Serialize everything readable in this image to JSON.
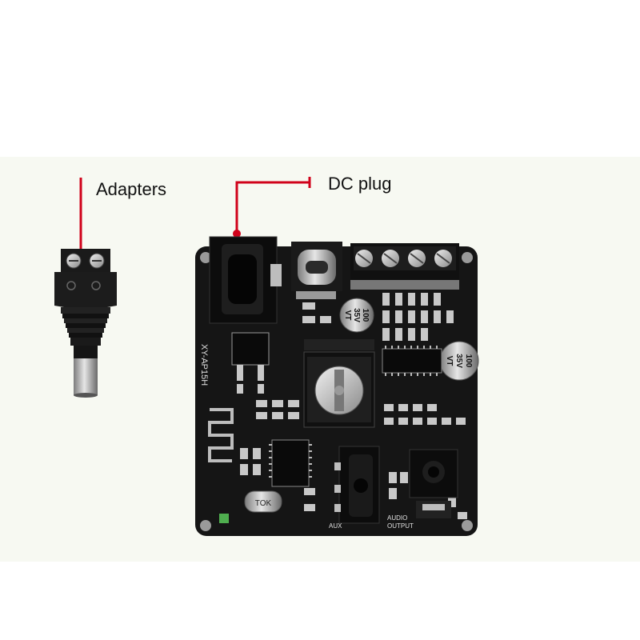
{
  "labels": {
    "adapters": "Adapters",
    "dc_plug": "DC plug"
  },
  "board_text": {
    "model": "XY-AP15H",
    "aux": "AUX",
    "audio_output_line1": "AUDIO",
    "audio_output_line2": "OUTPUT",
    "cap1_line1": "100",
    "cap1_line2": "35V",
    "cap1_line3": "VT",
    "cap2_line1": "100",
    "cap2_line2": "35V",
    "cap2_line3": "VT",
    "crystal": "TOK"
  },
  "colors": {
    "callout_line": "#d0021b",
    "board": "#151515",
    "background_band": "#f7f9f2"
  }
}
